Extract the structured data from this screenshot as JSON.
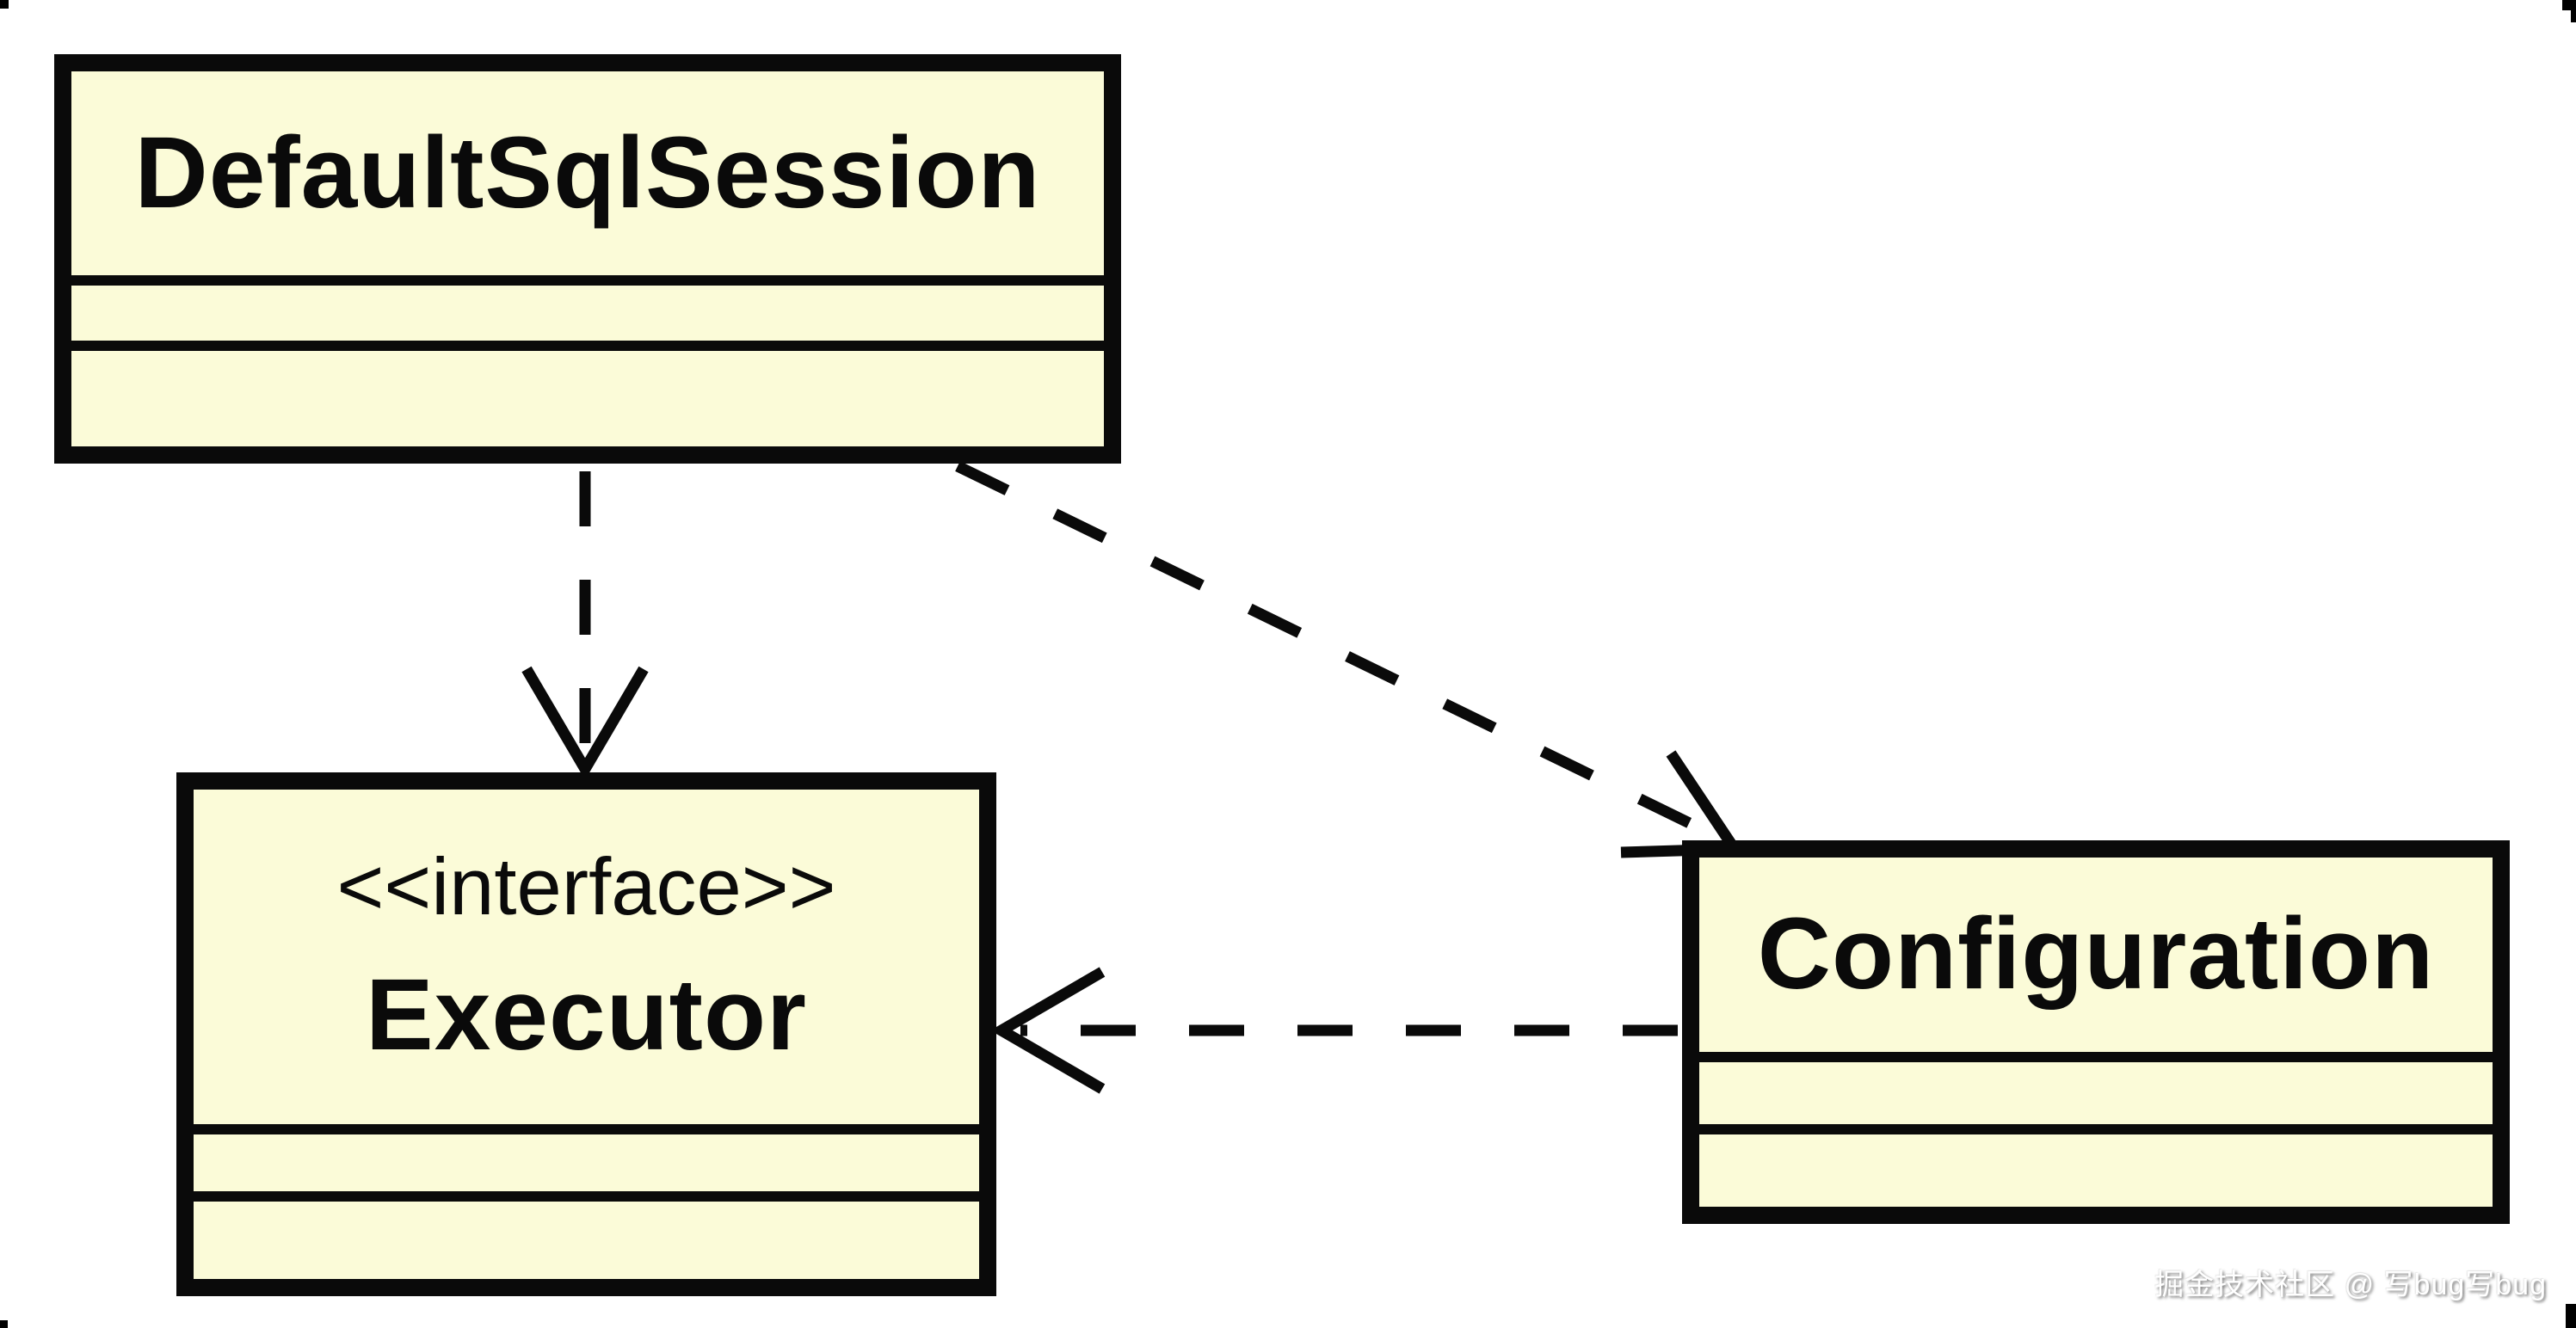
{
  "page": {
    "background": "#ffffff"
  },
  "diagram": {
    "type": "uml-class-diagram",
    "colors": {
      "box_fill": "#fbfbd8",
      "line": "#0a0a0a",
      "text": "#0a0a0a"
    },
    "classes": [
      {
        "name": "DefaultSqlSession",
        "stereotype": "",
        "compartments": [
          "",
          ""
        ]
      },
      {
        "name": "Executor",
        "stereotype": "<<interface>>",
        "compartments": [
          "",
          ""
        ]
      },
      {
        "name": "Configuration",
        "stereotype": "",
        "compartments": [
          "",
          ""
        ]
      }
    ],
    "relations": [
      {
        "from": "DefaultSqlSession",
        "to": "Executor",
        "style": "dashed",
        "arrowhead": "open"
      },
      {
        "from": "DefaultSqlSession",
        "to": "Configuration",
        "style": "dashed",
        "arrowhead": "open"
      },
      {
        "from": "Configuration",
        "to": "Executor",
        "style": "dashed",
        "arrowhead": "open"
      }
    ]
  },
  "watermark": {
    "text": "掘金技术社区 @ 写bug写bug"
  }
}
